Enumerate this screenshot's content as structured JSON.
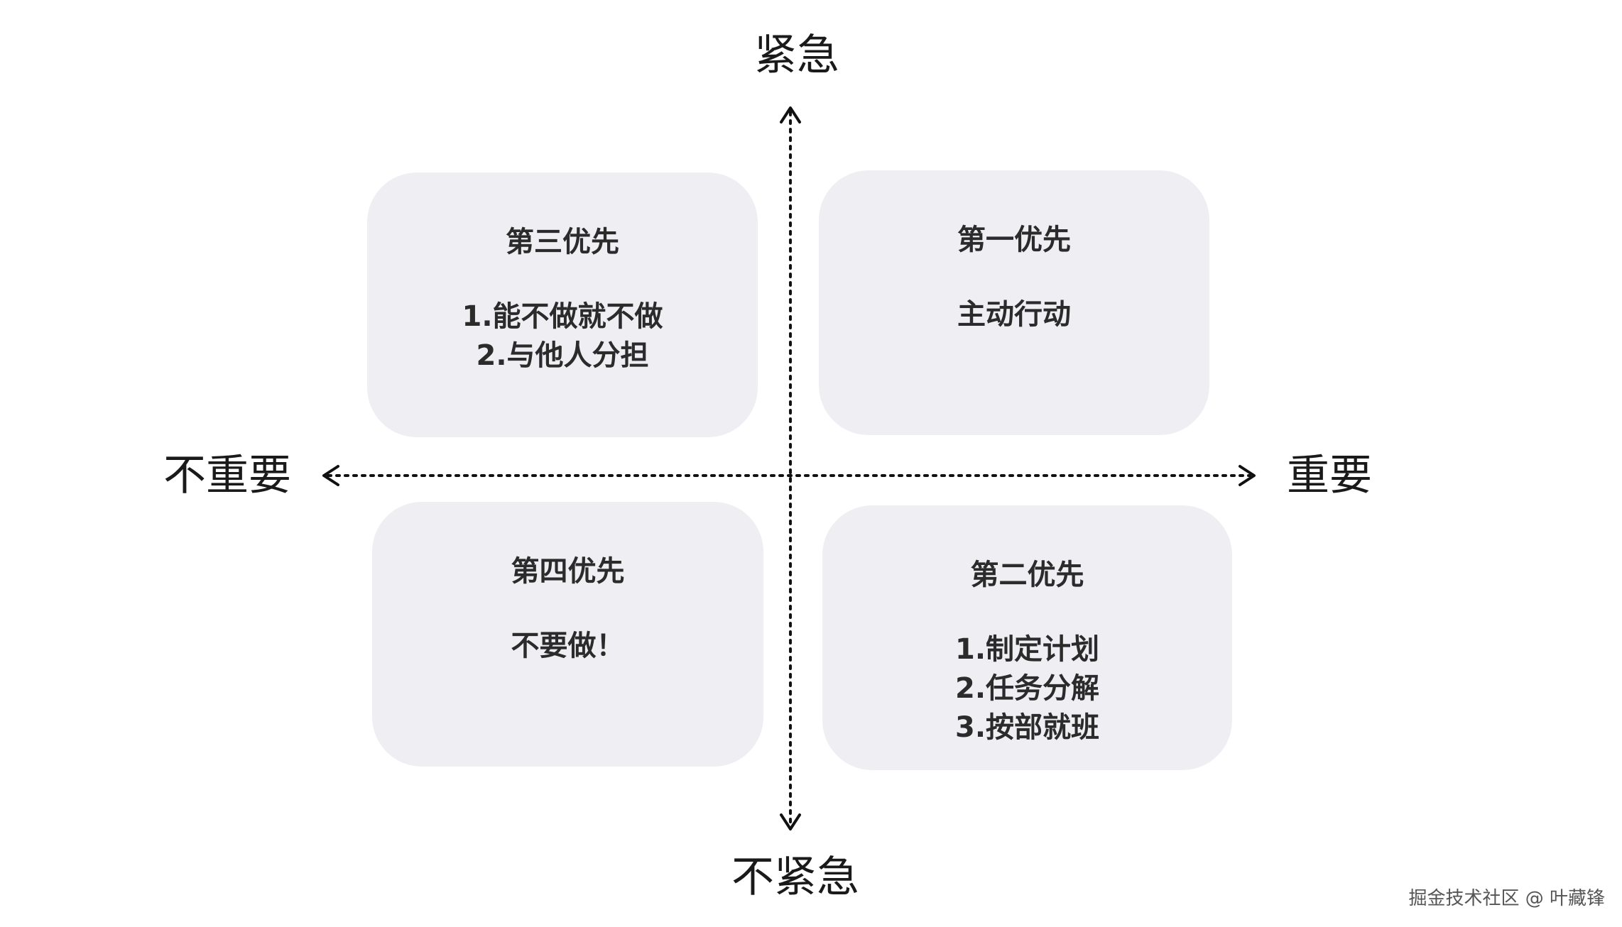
{
  "axes": {
    "top": "紧急",
    "bottom": "不紧急",
    "left": "不重要",
    "right": "重要"
  },
  "quadrants": {
    "top_left": {
      "title": "第三优先",
      "items": [
        "1.能不做就不做",
        "2.与他人分担"
      ]
    },
    "top_right": {
      "title": "第一优先",
      "items": [
        "主动行动"
      ]
    },
    "bottom_left": {
      "title": "第四优先",
      "items": [
        "不要做！"
      ]
    },
    "bottom_right": {
      "title": "第二优先",
      "items": [
        "1.制定计划",
        "2.任务分解",
        "3.按部就班"
      ]
    }
  },
  "watermark": "掘金技术社区 @ 叶藏锋",
  "colors": {
    "quadrant_fill": "#efeff3",
    "axis": "#111111",
    "text": "#2b2b2b"
  }
}
